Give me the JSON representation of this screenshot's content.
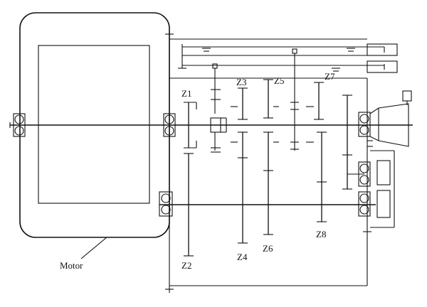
{
  "labels": {
    "motor": "Motor",
    "z1": "Z1",
    "z2": "Z2",
    "z3": "Z3",
    "z4": "Z4",
    "z5": "Z5",
    "z6": "Z6",
    "z7": "Z7",
    "z8": "Z8"
  },
  "colors": {
    "line": "#111111",
    "background": "#ffffff"
  }
}
